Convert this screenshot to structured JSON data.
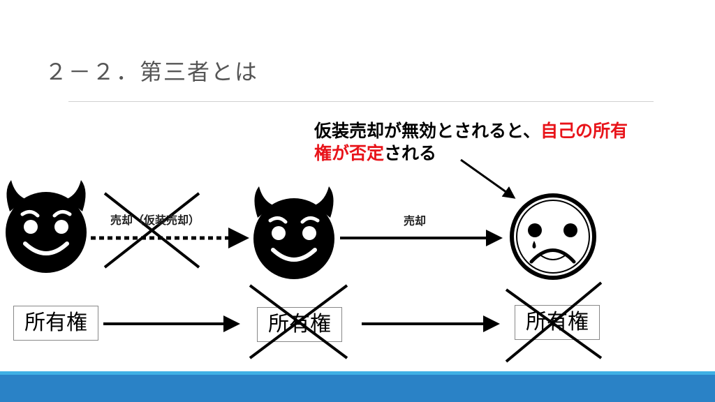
{
  "slide": {
    "title": "２－２．第三者とは",
    "callout": {
      "line1_black": "仮装売却が無効とされると、",
      "line1_red": "自己の所有",
      "line2_red": "権が否定",
      "line2_black": "される"
    },
    "sale_fake_label": "売却（仮装売却）",
    "sale_label": "売却",
    "ownership_boxes": [
      "所有権",
      "所有権",
      "所有権"
    ],
    "colors": {
      "accent_red": "#e8141a",
      "footer_blue": "#2a82c6"
    }
  }
}
